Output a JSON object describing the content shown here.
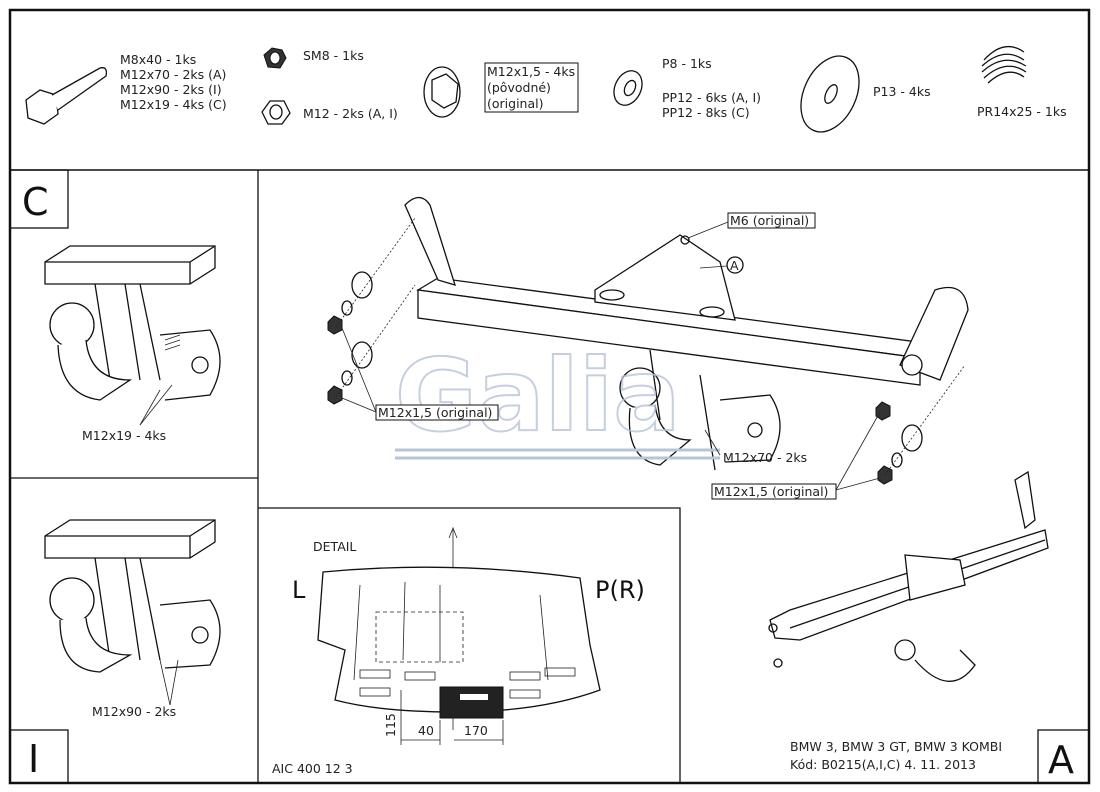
{
  "parts": {
    "bolt": [
      "M8x40 - 1ks",
      "M12x70 - 2ks (A)",
      "M12x90 - 2ks (I)",
      "M12x19 - 4ks (C)"
    ],
    "self_lock_nut": "SM8 - 1ks",
    "nut": "M12 - 2ks (A, I)",
    "flange_nut": [
      "M12x1,5 - 4ks",
      "(pôvodné)",
      "(original)"
    ],
    "washer_small": [
      "P8 - 1ks",
      "PP12 - 6ks (A, I)",
      "PP12 - 8ks (C)"
    ],
    "washer_large": "P13 - 4ks",
    "spring": "PR14x25 - 1ks"
  },
  "view_c": {
    "letter": "C",
    "label": "M12x19 - 4ks"
  },
  "view_i": {
    "letter": "I",
    "label": "M12x90 - 2ks"
  },
  "main": {
    "m6_label": "M6 (original)",
    "ref_a": "A",
    "left_nut_label": "M12x1,5 (original)",
    "bolt_label": "M12x70 - 2ks",
    "right_nut_label": "M12x1,5 (original)",
    "watermark": "Galia"
  },
  "detail": {
    "title": "DETAIL",
    "left": "L",
    "right": "P(R)",
    "dims": [
      "115",
      "40",
      "170"
    ],
    "code": "AIC 400 12 3"
  },
  "title_block": {
    "models": "BMW 3, BMW 3 GT, BMW 3 KOMBI",
    "code_date": "Kód: B0215(A,I,C)  4. 11. 2013",
    "view_letter": "A"
  }
}
